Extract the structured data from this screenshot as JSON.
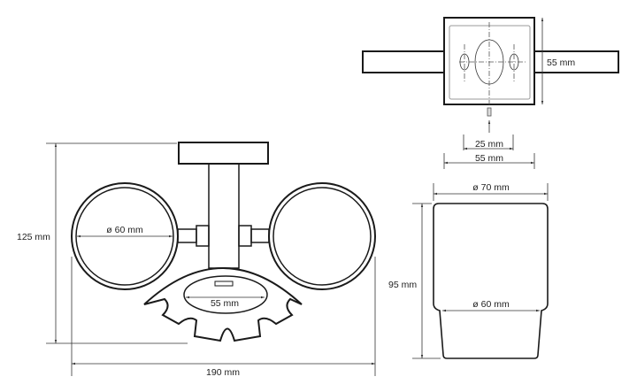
{
  "front_view": {
    "height_label": "125 mm",
    "width_label": "190 mm",
    "cup_ring_diameter_label": "ø 60 mm",
    "soap_dish_label": "55 mm"
  },
  "top_view": {
    "plate_height_label": "55 mm",
    "hole_spacing_label": "25 mm",
    "plate_width_label": "55 mm"
  },
  "cup_view": {
    "top_diameter_label": "ø 70 mm",
    "height_label": "95 mm",
    "bottom_diameter_label": "ø 60 mm"
  }
}
